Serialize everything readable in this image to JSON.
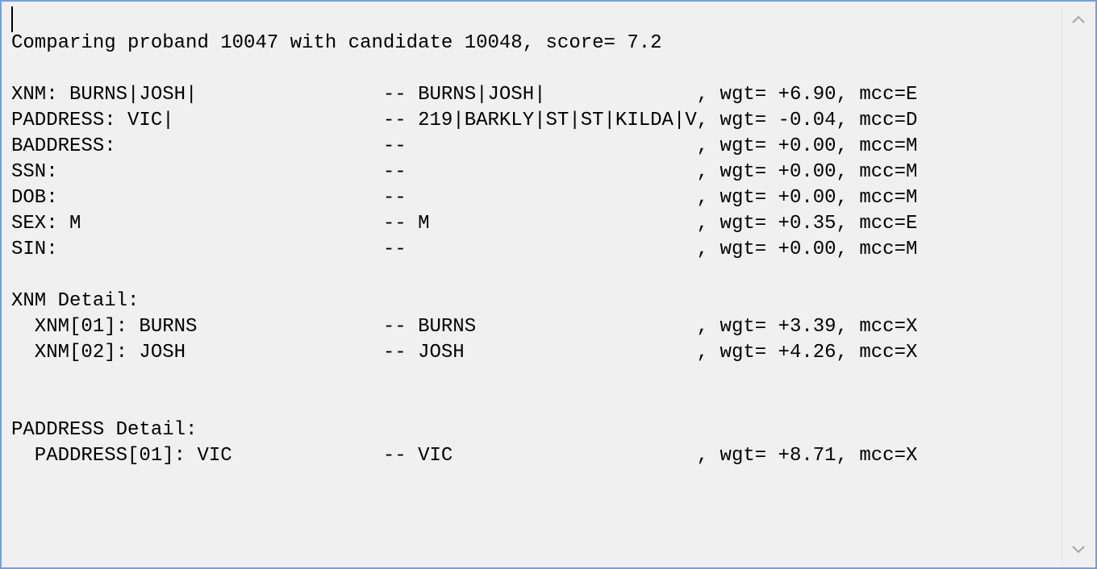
{
  "textbox": {
    "lines": [
      "",
      "Comparing proband 10047 with candidate 10048, score= 7.2",
      "",
      "XNM: BURNS|JOSH|                -- BURNS|JOSH|             , wgt= +6.90, mcc=E",
      "PADDRESS: VIC|                  -- 219|BARKLY|ST|ST|KILDA|V, wgt= -0.04, mcc=D",
      "BADDRESS:                       --                         , wgt= +0.00, mcc=M",
      "SSN:                            --                         , wgt= +0.00, mcc=M",
      "DOB:                            --                         , wgt= +0.00, mcc=M",
      "SEX: M                          -- M                       , wgt= +0.35, mcc=E",
      "SIN:                            --                         , wgt= +0.00, mcc=M",
      "",
      "XNM Detail:",
      "  XNM[01]: BURNS                -- BURNS                   , wgt= +3.39, mcc=X",
      "  XNM[02]: JOSH                 -- JOSH                    , wgt= +4.26, mcc=X",
      "",
      "",
      "PADDRESS Detail:",
      "  PADDRESS[01]: VIC             -- VIC                     , wgt= +8.71, mcc=X"
    ]
  },
  "scrollbar": {
    "up_icon": "chevron-up-icon",
    "down_icon": "chevron-down-icon"
  },
  "colors": {
    "border": "#7a9fd0",
    "background": "#f0f0f0",
    "text": "#000000",
    "arrow": "#a6a6a6"
  }
}
